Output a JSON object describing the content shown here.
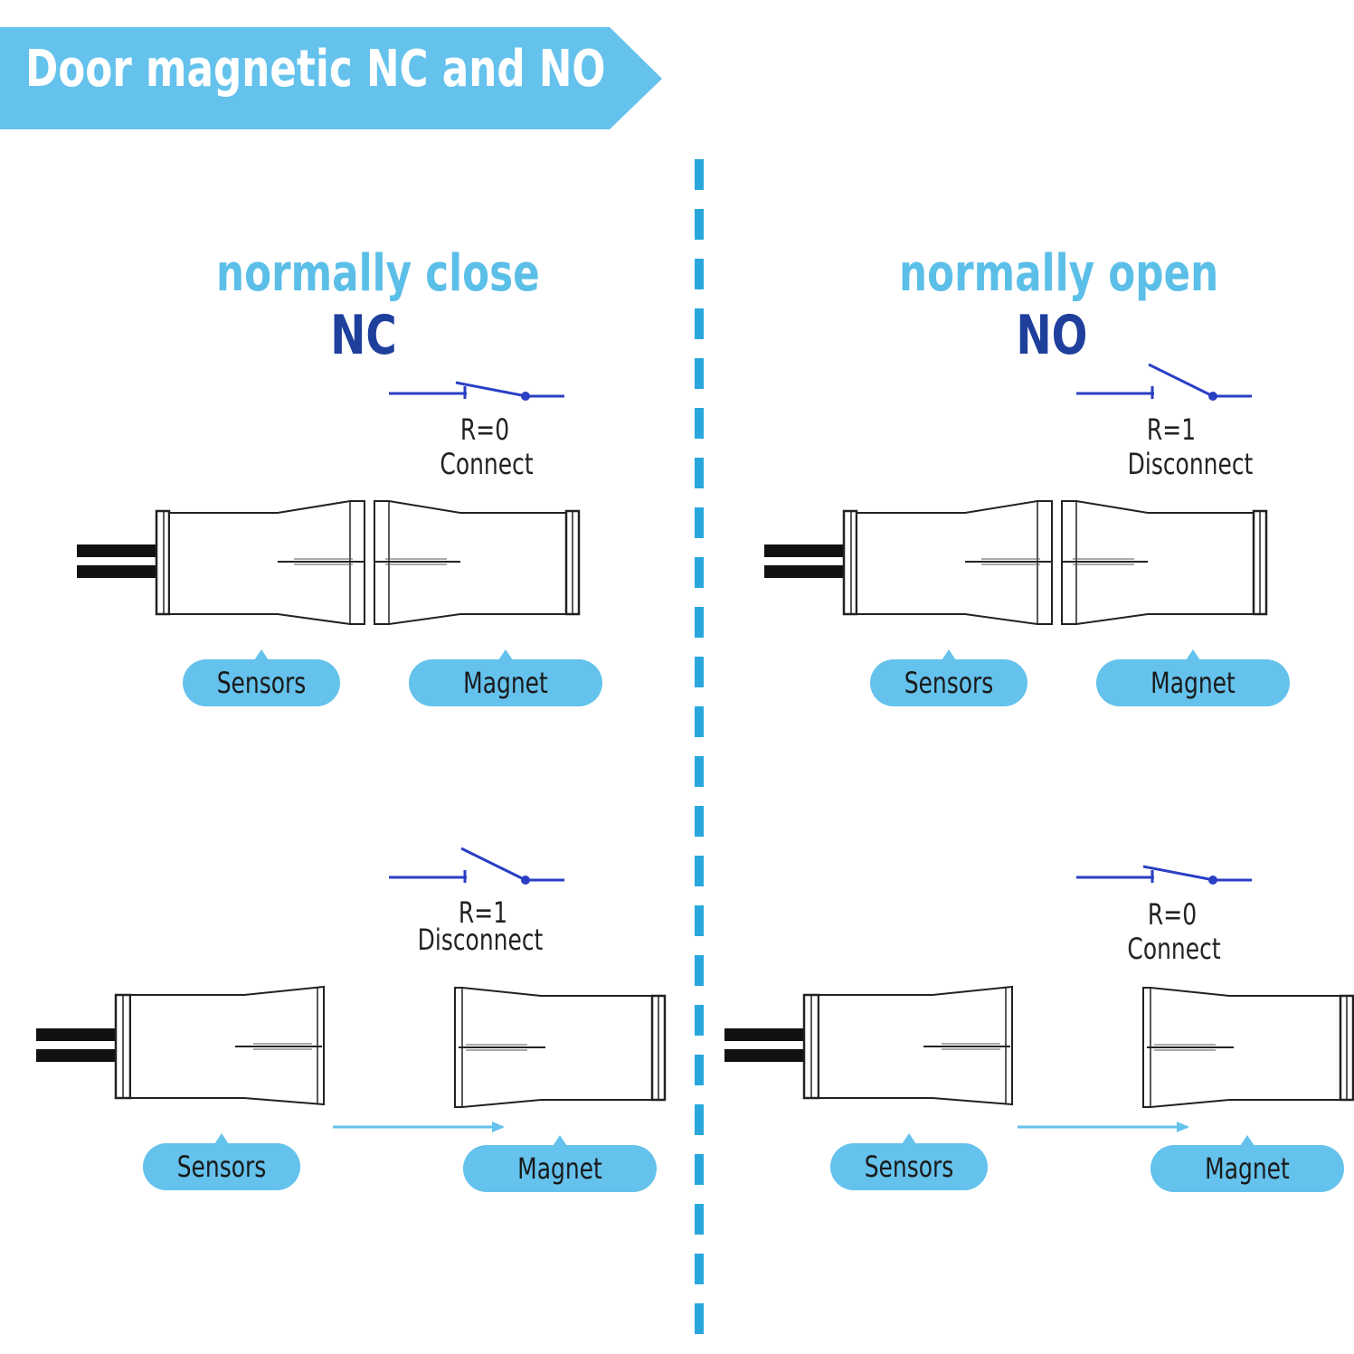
{
  "title": "Door magnetic NC and NO",
  "nc": {
    "subtitle": "normally close",
    "abbr": "NC",
    "top": {
      "resistance": "R=0",
      "state": "Connect"
    },
    "bottom": {
      "resistance": "R=1",
      "state": "Disconnect"
    }
  },
  "no": {
    "subtitle": "normally open",
    "abbr": "NO",
    "top": {
      "resistance": "R=1",
      "state": "Disconnect"
    },
    "bottom": {
      "resistance": "R=0",
      "state": "Connect"
    }
  },
  "labels": {
    "sensors": "Sensors",
    "magnet": "Magnet"
  },
  "colors": {
    "banner": "#64c2ec",
    "accent_light": "#5bbfe8",
    "accent_dark": "#1f3f9d",
    "switch_line": "#2a3fc4",
    "divider": "#29a7dd"
  }
}
